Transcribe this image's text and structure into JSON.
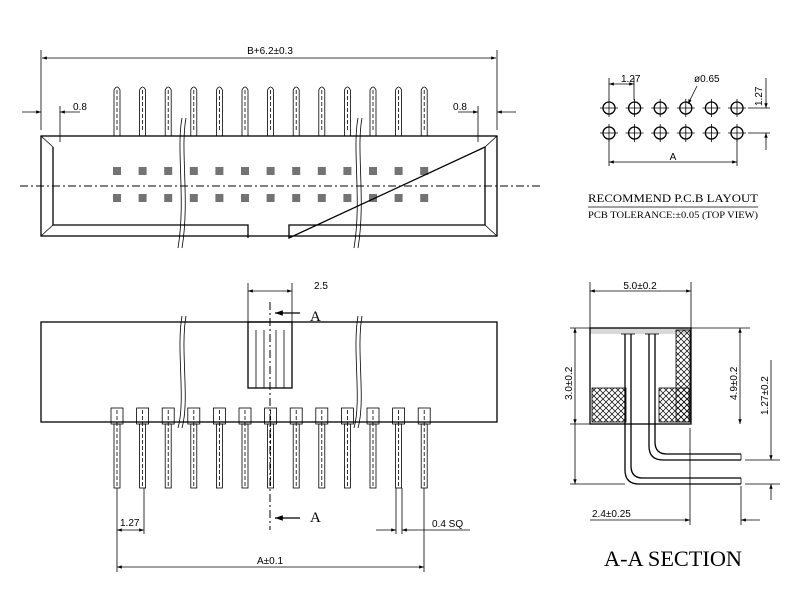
{
  "top_view": {
    "dim_overall": "B+6.2±0.3",
    "dim_left": "0.8",
    "dim_right": "0.8",
    "pin_count_per_row": 13
  },
  "pcb_layout": {
    "dim_pitch": "1.27",
    "dim_hole": "ø0.65",
    "dim_row_pitch": "1.27",
    "dim_span": "A",
    "title": "RECOMMEND P.C.B LAYOUT",
    "tolerance": "PCB TOLERANCE:±0.05 (TOP VIEW)"
  },
  "front_view": {
    "dim_key_width": "2.5",
    "section_mark_top": "A",
    "section_mark_bottom": "A",
    "dim_pitch": "1.27",
    "dim_pin": "0.4 SQ",
    "dim_span": "A±0.1"
  },
  "section_view": {
    "dim_width": "5.0±0.2",
    "dim_height": "3.0±0.2",
    "dim_pin_height": "4.9±0.2",
    "dim_row_offset": "1.27±0.2",
    "dim_pin_length": "2.4±0.25",
    "title": "A-A SECTION"
  }
}
